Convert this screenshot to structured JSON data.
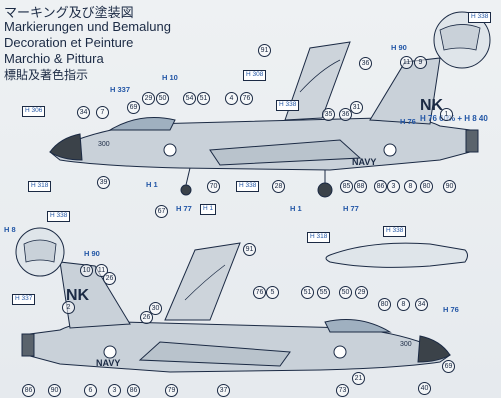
{
  "heading": {
    "ja": "マーキング及び塗装図",
    "de": "Markierungen und Bemalung",
    "fr": "Decoration et Peinture",
    "it": "Marchio & Pittura",
    "zh": "標貼及著色指示"
  },
  "aircraft_markings": {
    "nk_upper": "NK",
    "nk_lower": "NK",
    "navy_upper": "NAVY",
    "navy_lower": "NAVY",
    "modex_upper": "300",
    "modex_lower": "300"
  },
  "paint_note": "H 76 60% + H 8 40",
  "colors": {
    "outline": "#1b2a44",
    "aircraft_gray": "#c9d1d9",
    "aircraft_light": "#dfe5ea",
    "radome": "#3b4249",
    "color_code": "#2256a6",
    "background": "#eceff2"
  },
  "callouts": {
    "c1": "H 338",
    "c2": "H 90",
    "c3": "36",
    "c4": "11",
    "c5": "9",
    "c6": "91",
    "c7": "H 10",
    "c8": "H 308",
    "c9": "H 337",
    "c10": "H 306",
    "c11": "34",
    "c12": "7",
    "c13": "69",
    "c14": "29",
    "c15": "50",
    "c16": "54",
    "c17": "51",
    "c18": "4",
    "c19": "76",
    "c20": "H 338",
    "c21": "31",
    "c22": "1",
    "c23": "H 76",
    "c24": "35",
    "c25": "36",
    "c26": "H 318",
    "c27": "39",
    "c28": "H 1",
    "c29": "H 77",
    "c30": "H 1",
    "c31": "67",
    "c32": "70",
    "c33": "H 338",
    "c34": "28",
    "c35": "85",
    "c36": "88",
    "c37": "86",
    "c38": "3",
    "c39": "8",
    "c40": "80",
    "c41": "90",
    "c42": "H 1",
    "c43": "H 77",
    "c44": "H 338",
    "c45": "H 8",
    "c46": "H 337",
    "c47": "H 90",
    "c48": "10",
    "c49": "11",
    "c50": "26",
    "c51": "91",
    "c52": "2",
    "c53": "30",
    "c54": "26",
    "c55": "H 318",
    "c56": "H 338",
    "c57": "76",
    "c58": "5",
    "c59": "51",
    "c60": "55",
    "c61": "50",
    "c62": "29",
    "c63": "80",
    "c64": "8",
    "c65": "34",
    "c66": "H 76",
    "c67": "86",
    "c68": "90",
    "c69": "6",
    "c70": "3",
    "c71": "86",
    "c72": "79",
    "c73": "37",
    "c74": "73",
    "c75": "21",
    "c76": "40",
    "c77": "69"
  }
}
